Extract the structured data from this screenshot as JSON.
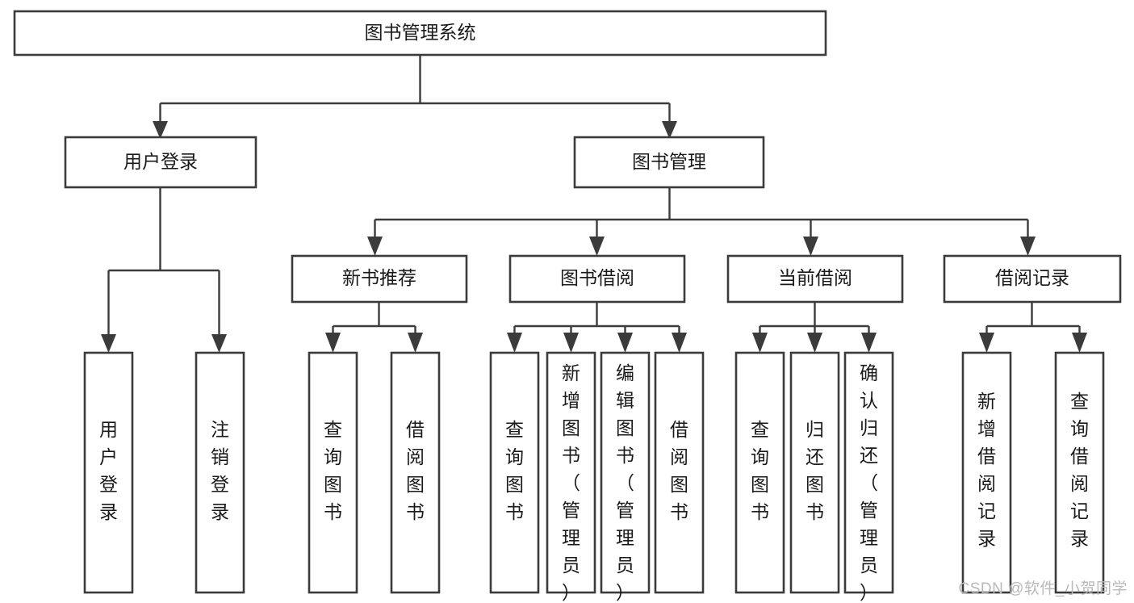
{
  "diagram": {
    "title": "图书管理系统",
    "type": "tree-hierarchy-diagram",
    "watermark": "CSDN @软件_小贺同学",
    "colors": {
      "stroke": "#3b3b3b",
      "fill": "#ffffff",
      "text": "#1a1a1a",
      "watermark": "#b9b9b9",
      "background": "#ffffff"
    },
    "levels": {
      "root": "图书管理系统",
      "level2": [
        "用户登录",
        "图书管理"
      ],
      "level3": [
        "新书推荐",
        "图书借阅",
        "当前借阅",
        "借阅记录"
      ]
    },
    "nodes": {
      "root": {
        "label": "图书管理系统"
      },
      "user_login": {
        "label": "用户登录"
      },
      "book_manage": {
        "label": "图书管理"
      },
      "new_book_rec": {
        "label": "新书推荐"
      },
      "book_borrow": {
        "label": "图书借阅"
      },
      "current_borrow": {
        "label": "当前借阅"
      },
      "borrow_record": {
        "label": "借阅记录"
      },
      "leaf_1": {
        "label": "用户登录"
      },
      "leaf_2": {
        "label": "注销登录"
      },
      "leaf_3": {
        "label": "查询图书"
      },
      "leaf_4": {
        "label": "借阅图书"
      },
      "leaf_5": {
        "label": "查询图书"
      },
      "leaf_6": {
        "label": "新增图书（管理员）"
      },
      "leaf_7": {
        "label": "编辑图书（管理员）"
      },
      "leaf_8": {
        "label": "借阅图书"
      },
      "leaf_9": {
        "label": "查询图书"
      },
      "leaf_10": {
        "label": "归还图书"
      },
      "leaf_11": {
        "label": "确认归还（管理员）"
      },
      "leaf_12": {
        "label": "新增借阅记录"
      },
      "leaf_13": {
        "label": "查询借阅记录"
      }
    },
    "edges": [
      {
        "from": "root",
        "to": "user_login"
      },
      {
        "from": "root",
        "to": "book_manage"
      },
      {
        "from": "user_login",
        "to": "leaf_1"
      },
      {
        "from": "user_login",
        "to": "leaf_2"
      },
      {
        "from": "book_manage",
        "to": "new_book_rec"
      },
      {
        "from": "book_manage",
        "to": "book_borrow"
      },
      {
        "from": "book_manage",
        "to": "current_borrow"
      },
      {
        "from": "book_manage",
        "to": "borrow_record"
      },
      {
        "from": "new_book_rec",
        "to": "leaf_3"
      },
      {
        "from": "new_book_rec",
        "to": "leaf_4"
      },
      {
        "from": "book_borrow",
        "to": "leaf_5"
      },
      {
        "from": "book_borrow",
        "to": "leaf_6"
      },
      {
        "from": "book_borrow",
        "to": "leaf_7"
      },
      {
        "from": "book_borrow",
        "to": "leaf_8"
      },
      {
        "from": "current_borrow",
        "to": "leaf_9"
      },
      {
        "from": "current_borrow",
        "to": "leaf_10"
      },
      {
        "from": "current_borrow",
        "to": "leaf_11"
      },
      {
        "from": "borrow_record",
        "to": "leaf_12"
      },
      {
        "from": "borrow_record",
        "to": "leaf_13"
      }
    ]
  }
}
